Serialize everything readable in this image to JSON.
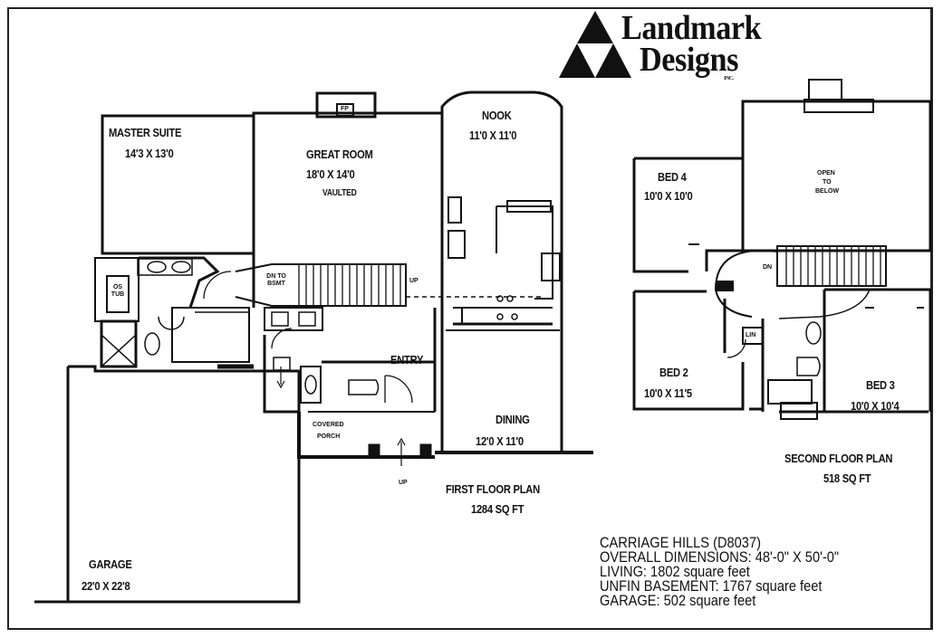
{
  "logo": {
    "line1": "Landmark",
    "line2": "Designs",
    "suffix": "INC."
  },
  "first_floor": {
    "title": "FIRST FLOOR PLAN",
    "area": "1284 SQ FT",
    "rooms": {
      "master_suite": {
        "name": "MASTER SUITE",
        "dims": "14'3 X 13'0"
      },
      "great_room": {
        "name": "GREAT ROOM",
        "dims": "18'0 X 14'0",
        "note": "VAULTED"
      },
      "nook": {
        "name": "NOOK",
        "dims": "11'0 X 11'0"
      },
      "entry": {
        "name": "ENTRY"
      },
      "dining": {
        "name": "DINING",
        "dims": "12'0 X 11'0"
      },
      "covered_porch": {
        "line1": "COVERED",
        "line2": "PORCH"
      },
      "garage": {
        "name": "GARAGE",
        "dims": "22'0 X 22'8"
      }
    },
    "small_labels": {
      "fireplace": "FP",
      "stair": "DN TO BSMT",
      "up": "UP",
      "tub": "OS TUB",
      "up_porch": "UP"
    }
  },
  "second_floor": {
    "title": "SECOND FLOOR PLAN",
    "area": "518 SQ FT",
    "rooms": {
      "bed4": {
        "name": "BED 4",
        "dims": "10'0 X 10'0"
      },
      "bed2": {
        "name": "BED 2",
        "dims": "10'0 X 11'5"
      },
      "bed3": {
        "name": "BED 3",
        "dims": "10'0 X 10'4"
      },
      "open": {
        "line1": "OPEN",
        "line2": "TO",
        "line3": "BELOW"
      }
    },
    "small_labels": {
      "linen": "LIN",
      "dn": "DN"
    }
  },
  "summary": {
    "plan_name": "CARRIAGE HILLS (D8037)",
    "overall": "OVERALL DIMENSIONS: 48'-0\" X 50'-0\"",
    "living": "LIVING: 1802 square feet",
    "basement": "UNFIN BASEMENT: 1767 square feet",
    "garage": "GARAGE: 502 square feet"
  }
}
